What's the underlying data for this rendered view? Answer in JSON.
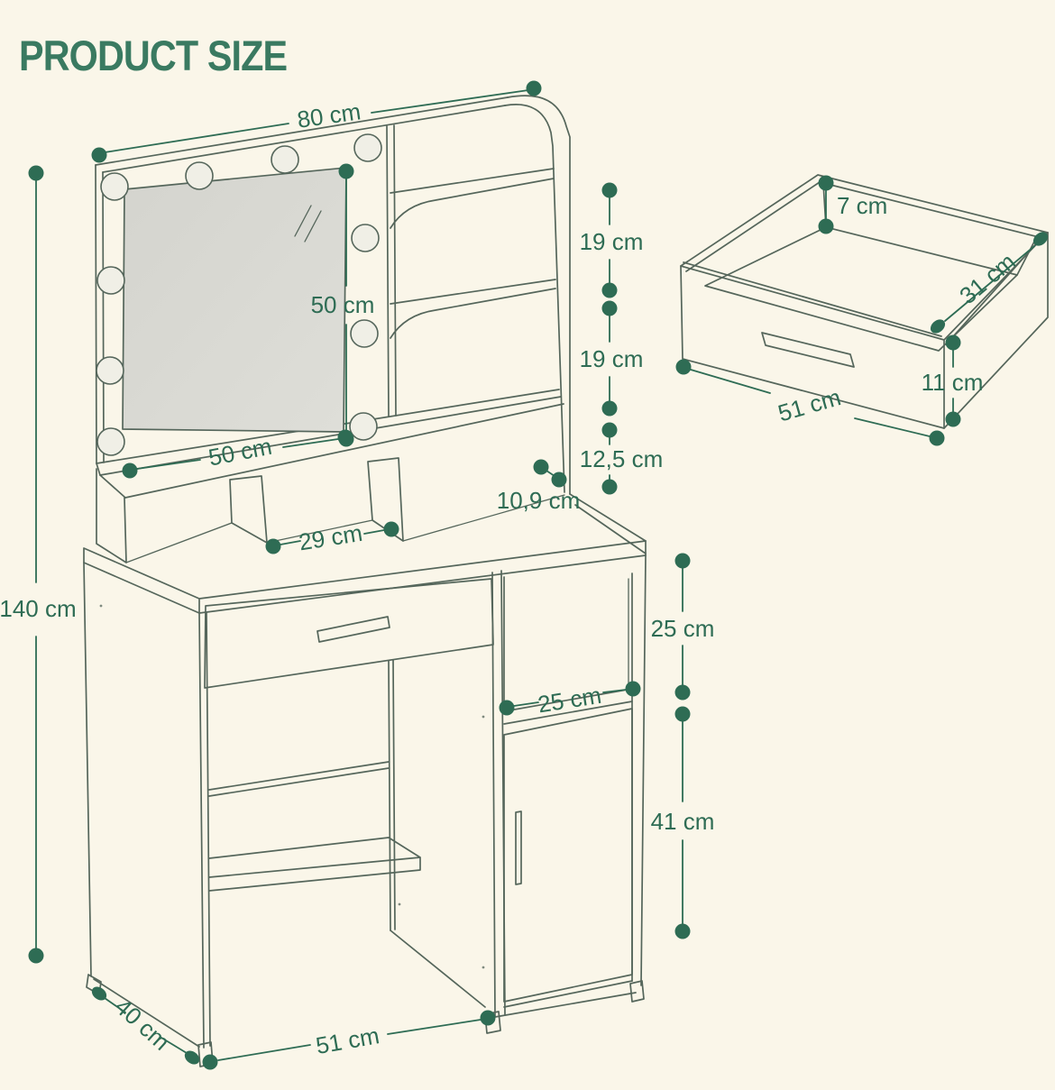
{
  "page": {
    "background": "#FAF6E9"
  },
  "title": {
    "text": "PRODUCT SIZE",
    "color": "#3A7A61"
  },
  "colors": {
    "line": "#55665B",
    "dimension": "#2E6C54",
    "mirror": "#D9D9D3",
    "bulb": "#F0EFE6"
  },
  "views": {
    "vanity": {
      "name": "vanity-table-front-view",
      "dimensions": {
        "top_width": "80 cm",
        "mirror_height": "50 cm",
        "mirror_width": "50 cm",
        "shelf_gap_upper": "19 cm",
        "shelf_gap_lower": "19 cm",
        "base_gap": "12,5 cm",
        "top_shelf_depth": "10,9 cm",
        "cubby_width": "29 cm",
        "total_height": "140 cm",
        "niche_height": "25 cm",
        "niche_shelf_depth": "25 cm",
        "door_height": "41 cm",
        "unit_depth": "40 cm",
        "base_width": "51 cm"
      }
    },
    "drawer": {
      "name": "drawer-detail-view",
      "dimensions": {
        "inner_height": "7 cm",
        "depth": "31 cm",
        "front_height": "11 cm",
        "width": "51 cm"
      }
    }
  }
}
